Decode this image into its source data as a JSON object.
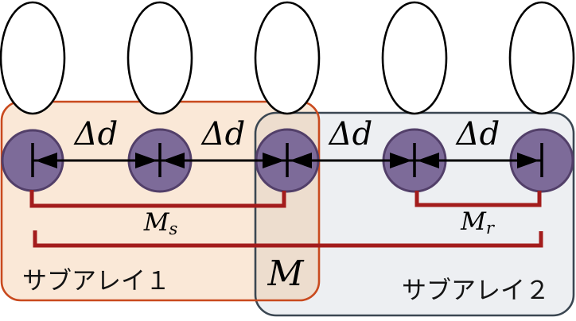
{
  "diagram": {
    "description": "Overlapped subarray antenna array diagram",
    "element_count": 5,
    "spacing_label": "Δd",
    "subarray1": {
      "label": "サブアレイ１"
    },
    "subarray2": {
      "label": "サブアレイ２"
    },
    "brackets": {
      "ms": {
        "base": "M",
        "sub": "s"
      },
      "mr": {
        "base": "M",
        "sub": "r"
      },
      "m": {
        "label": "M"
      }
    },
    "colors": {
      "subarray1_border": "#c94a1e",
      "subarray1_fill": "#f9e6d3",
      "subarray2_border": "#3b4752",
      "subarray2_fill": "#edeff2",
      "element_fill": "#7d6b99",
      "element_stroke": "#523f69",
      "antenna_pattern_fill": "#ffffff",
      "antenna_pattern_stroke": "#000000",
      "bracket": "#a31c1c",
      "dimension_line": "#000000"
    }
  }
}
